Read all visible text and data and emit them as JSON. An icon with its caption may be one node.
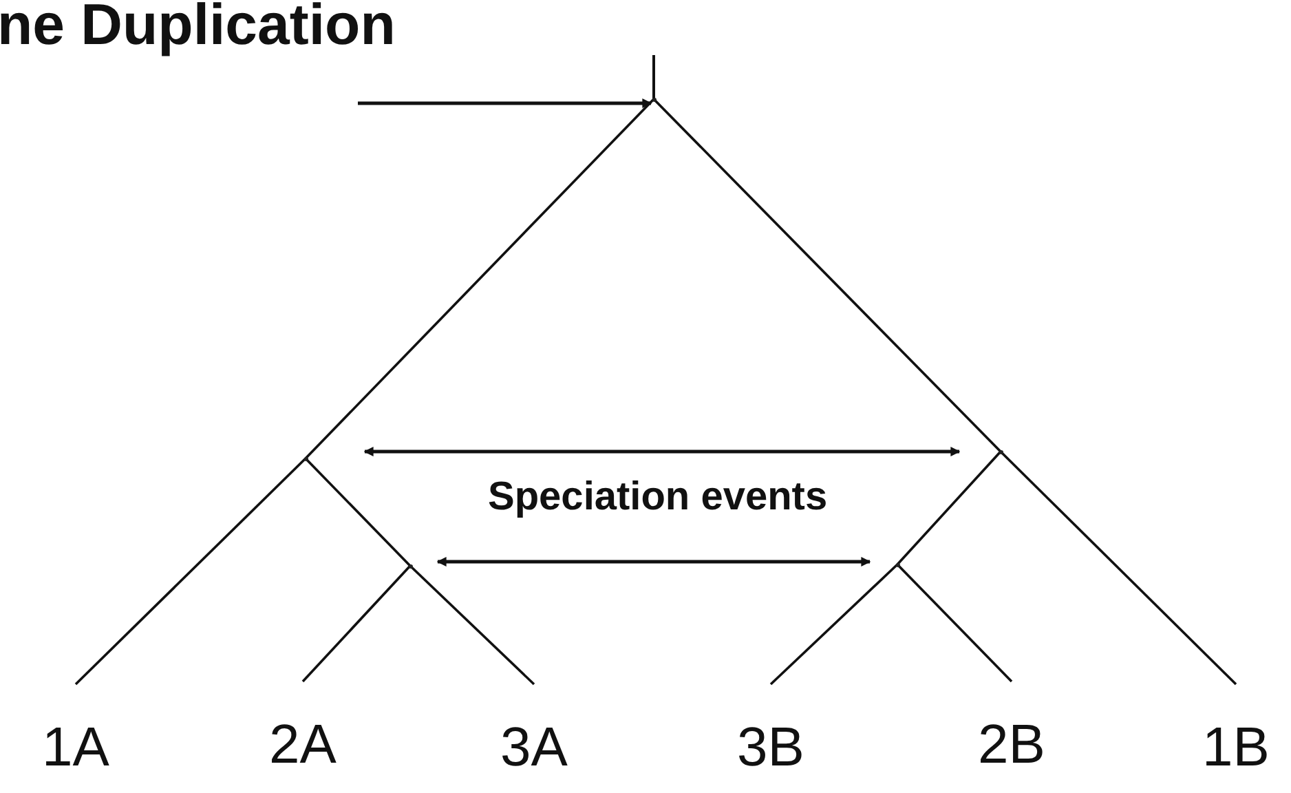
{
  "diagram": {
    "nodes": [
      {
        "text": [],
        "shape": "dot"
      },
      {
        "text": [],
        "shape": "dot"
      },
      {
        "text": [],
        "shape": "dot"
      },
      {
        "text": [],
        "shape": "dot"
      },
      {
        "text": [],
        "shape": "dot"
      },
      {
        "text": [
          "1A"
        ]
      },
      {
        "text": [
          "2A"
        ]
      },
      {
        "text": [
          "3A"
        ]
      },
      {
        "text": [
          "3B"
        ]
      },
      {
        "text": [
          "2B"
        ]
      },
      {
        "text": [
          "1B"
        ]
      }
    ],
    "edges": [
      {
        "from": null,
        "to": 0,
        "arrow": "to"
      },
      {
        "from": 0,
        "to": 1,
        "arrow": "none"
      },
      {
        "from": 1,
        "to": 5,
        "arrow": "none"
      },
      {
        "from": 1,
        "to": 3,
        "arrow": "none"
      },
      {
        "from": 3,
        "to": 6,
        "arrow": "none"
      },
      {
        "from": 3,
        "to": 7,
        "arrow": "none"
      },
      {
        "from": 0,
        "to": 2,
        "arrow": "none"
      },
      {
        "from": 2,
        "to": 10,
        "arrow": "none"
      },
      {
        "from": 2,
        "to": 4,
        "arrow": "none"
      },
      {
        "from": 4,
        "to": 8,
        "arrow": "none"
      },
      {
        "from": 4,
        "to": 9,
        "arrow": "none"
      },
      {
        "from": 1,
        "to": 2,
        "arrow": "both"
      },
      {
        "from": 3,
        "to": 4,
        "arrow": "both"
      }
    ],
    "labels": [
      "ne Duplication",
      "Speciation events"
    ]
  }
}
